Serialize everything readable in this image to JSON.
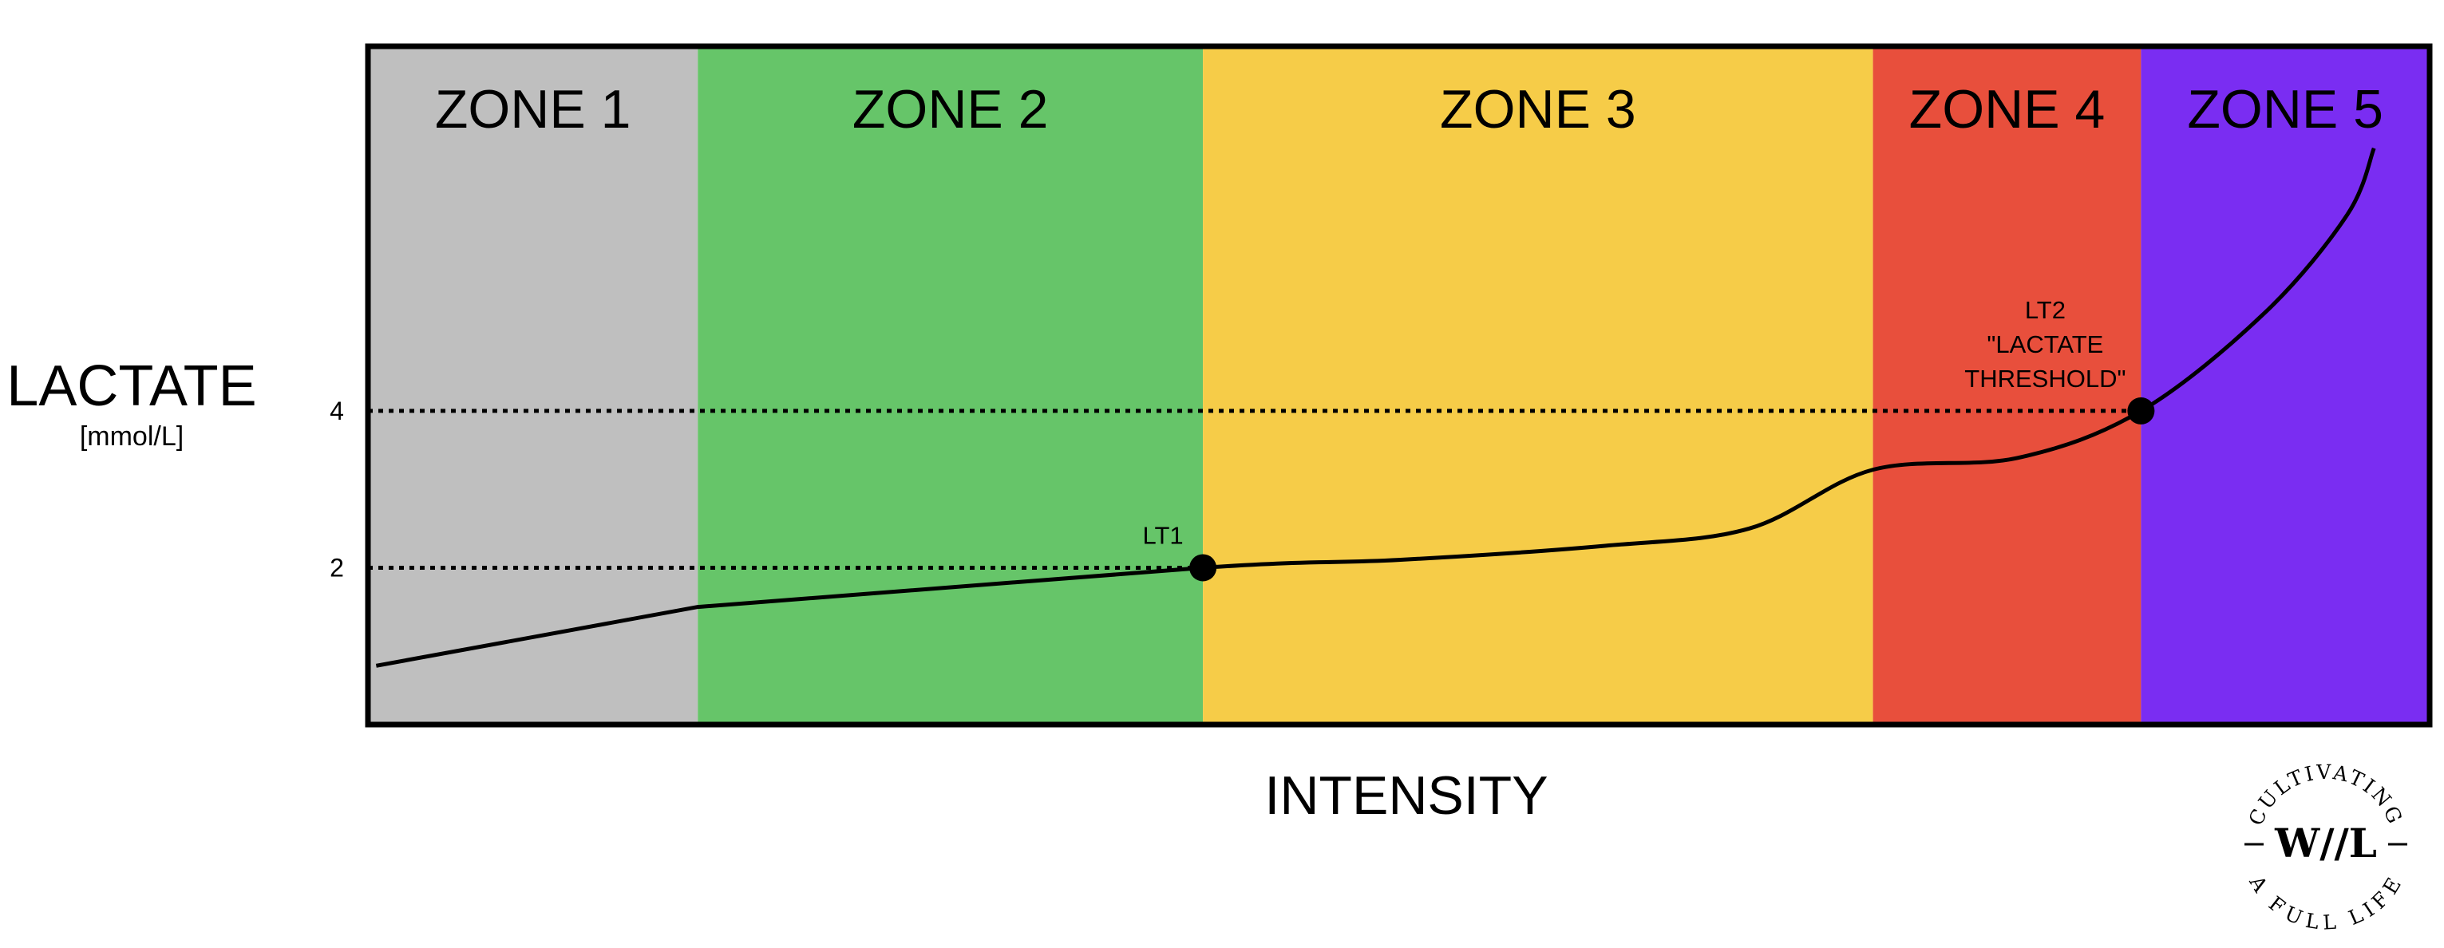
{
  "chart_data": {
    "type": "line",
    "title": "",
    "xlabel": "INTENSITY",
    "ylabel": "LACTATE",
    "yunit": "[mmol/L]",
    "xlim": [
      0,
      100
    ],
    "ylim": [
      0,
      8.65
    ],
    "yticks": [
      2,
      4
    ],
    "grid": false,
    "reference_lines": [
      {
        "name": "lt1-line",
        "y": 2,
        "x_end": 40.5,
        "style": "dotted"
      },
      {
        "name": "lt2-line",
        "y": 4,
        "x_end": 86.0,
        "style": "dotted"
      }
    ],
    "zones": [
      {
        "label": "ZONE 1",
        "x_start": 0,
        "x_end": 16.0,
        "color": "#bfbfbf"
      },
      {
        "label": "ZONE 2",
        "x_start": 16.0,
        "x_end": 40.5,
        "color": "#66c569"
      },
      {
        "label": "ZONE 3",
        "x_start": 40.5,
        "x_end": 73.0,
        "color": "#f6cc48"
      },
      {
        "label": "ZONE 4",
        "x_start": 73.0,
        "x_end": 86.0,
        "color": "#e84f3c"
      },
      {
        "label": "ZONE 5",
        "x_start": 86.0,
        "x_end": 100,
        "color": "#7a2df2"
      }
    ],
    "series": [
      {
        "points": [
          {
            "x": 0.4,
            "y": 0.75
          },
          {
            "x": 16.0,
            "y": 1.5
          },
          {
            "x": 40.5,
            "y": 2.0
          },
          {
            "x": 50,
            "y": 2.1
          },
          {
            "x": 60,
            "y": 2.28
          },
          {
            "x": 67,
            "y": 2.5
          },
          {
            "x": 73.0,
            "y": 3.25
          },
          {
            "x": 80,
            "y": 3.4
          },
          {
            "x": 86.0,
            "y": 4.0
          },
          {
            "x": 92,
            "y": 5.25
          },
          {
            "x": 96,
            "y": 6.5
          },
          {
            "x": 97.3,
            "y": 7.35
          }
        ],
        "color": "#000000"
      }
    ],
    "annotations": [
      {
        "name": "lt1",
        "x": 40.5,
        "y": 2.0,
        "label_lines": [
          "LT1"
        ]
      },
      {
        "name": "lt2",
        "x": 86.0,
        "y": 4.0,
        "label_lines": [
          "LT2",
          "\"LACTATE",
          "THRESHOLD\""
        ]
      }
    ]
  },
  "logo": {
    "monogram": "W//L",
    "top_text": "CULTIVATING",
    "bottom_text": "A FULL LIFE"
  }
}
